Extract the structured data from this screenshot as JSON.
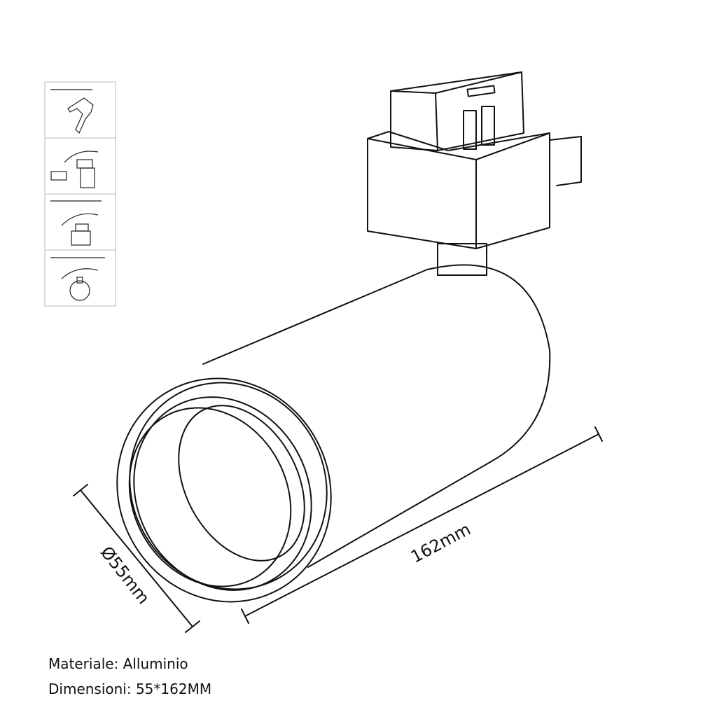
{
  "dimensions": {
    "diameter_label": "Ø55mm",
    "length_label": "162mm"
  },
  "specs": {
    "material": "Materiale: Alluminio",
    "dimensions": "Dimensioni: 55*162MM"
  }
}
